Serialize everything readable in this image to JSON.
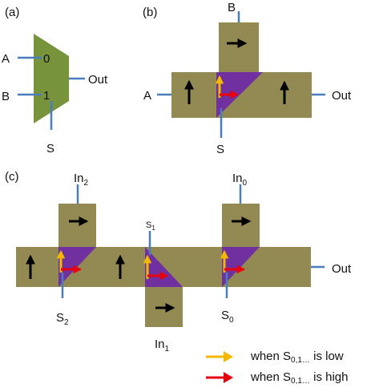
{
  "panels": {
    "a": {
      "label": "(a)",
      "input_top": "A",
      "input_bottom": "B",
      "pin_top": "0",
      "pin_bottom": "1",
      "output": "Out",
      "select": "S"
    },
    "b": {
      "label": "(b)",
      "input_top": "B",
      "input_left": "A",
      "output": "Out",
      "select": "S"
    },
    "c": {
      "label": "(c)",
      "in2": {
        "base": "In",
        "sub": "2"
      },
      "in0": {
        "base": "In",
        "sub": "0"
      },
      "in1": {
        "base": "In",
        "sub": "1"
      },
      "s1": {
        "base": "S",
        "sub": "1"
      },
      "s2": {
        "base": "S",
        "sub": "2"
      },
      "s0": {
        "base": "S",
        "sub": "0"
      },
      "output": "Out"
    }
  },
  "legend": [
    {
      "color": "#f5b800",
      "prefix": "when S",
      "sub": "0,1…",
      "suffix": " is low"
    },
    {
      "color": "#e8000d",
      "prefix": "when S",
      "sub": "0,1…",
      "suffix": " is high"
    }
  ],
  "colors": {
    "mux_fill": "#77933c",
    "channel_fill": "#938953",
    "switch_fill": "#7030a0",
    "wire": "#4a7ebb",
    "low_arrow": "#f5b800",
    "high_arrow": "#e8000d",
    "flow_arrow": "#000000"
  }
}
